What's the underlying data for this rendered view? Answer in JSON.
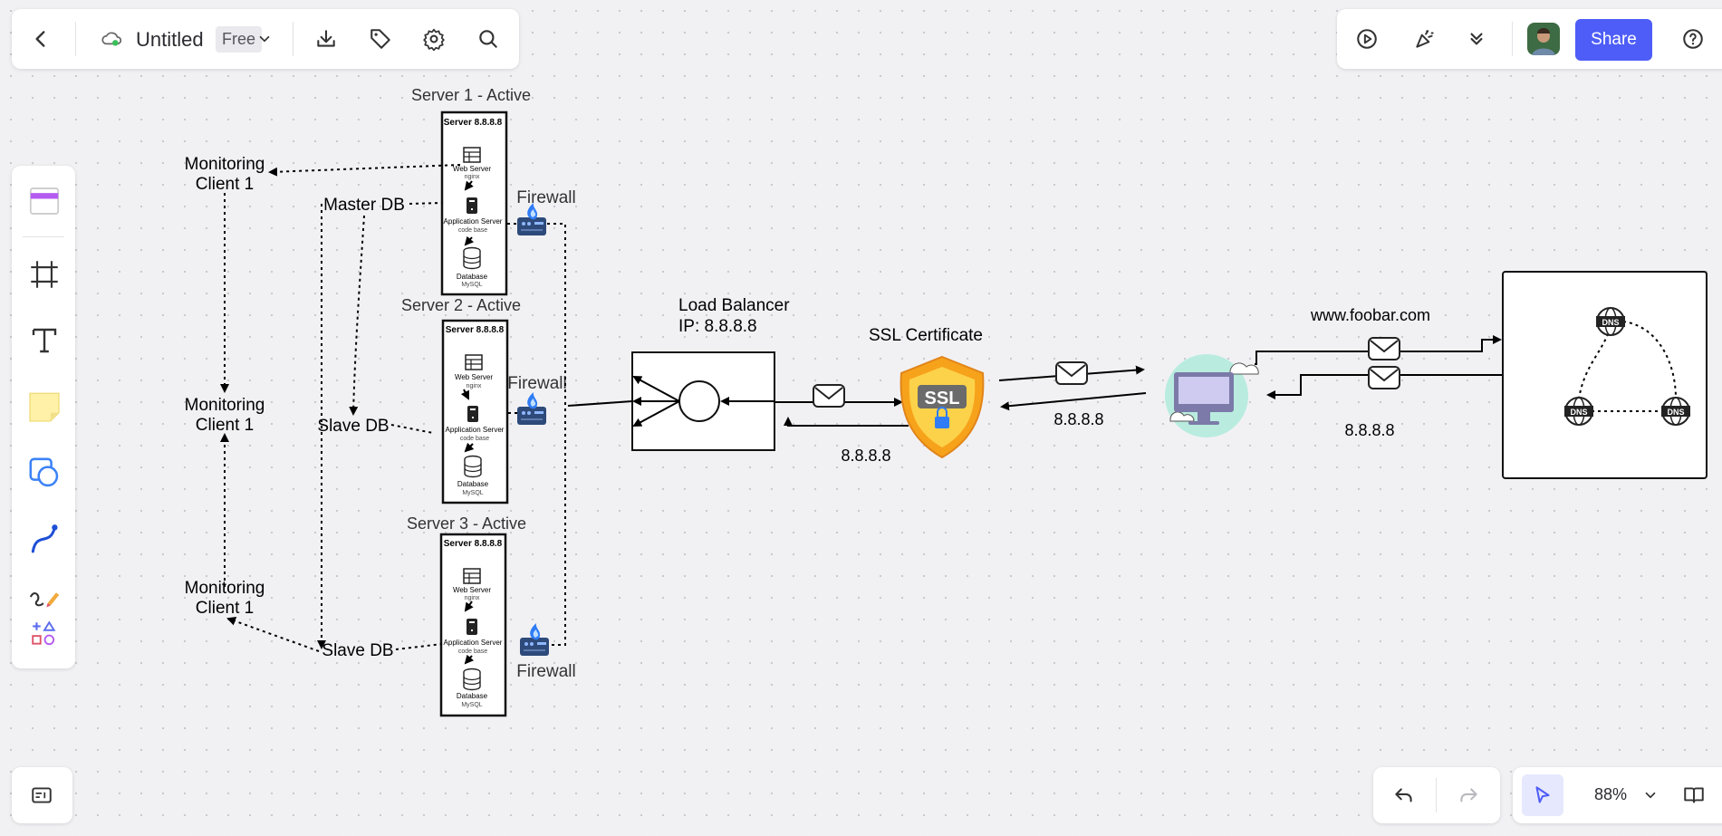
{
  "topbar": {
    "doc_title": "Untitled",
    "plan_badge": "Free"
  },
  "right_toolbar": {
    "share_label": "Share"
  },
  "bottom_bar": {
    "zoom": "88%"
  },
  "diagram": {
    "servers": [
      {
        "title": "Server 1 - Active",
        "box_label": "Server 8.8.8.8",
        "web": "Web Server",
        "web_sub": "nginx",
        "app": "Application Server",
        "app_sub": "code base",
        "db": "Database",
        "db_sub": "MySQL"
      },
      {
        "title": "Server 2 - Active",
        "box_label": "Server 8.8.8.8",
        "web": "Web Server",
        "web_sub": "nginx",
        "app": "Application Server",
        "app_sub": "code base",
        "db": "Database",
        "db_sub": "MySQL"
      },
      {
        "title": "Server 3 - Active",
        "box_label": "Server 8.8.8.8",
        "web": "Web Server",
        "web_sub": "nginx",
        "app": "Application Server",
        "app_sub": "code base",
        "db": "Database",
        "db_sub": "MySQL"
      }
    ],
    "monitoring": [
      "Monitoring\nClient 1",
      "Monitoring\nClient 1",
      "Monitoring\nClient 1"
    ],
    "monitoring_line1": "Monitoring",
    "monitoring_line2": "Client 1",
    "master_db": "Master DB",
    "slave_db_1": "Slave DB",
    "slave_db_2": "Slave DB",
    "firewall_1": "Firewall",
    "firewall_2": "Firewall",
    "firewall_3": "Firewall",
    "lb_title": "Load Balancer",
    "lb_ip": "IP: 8.8.8.8",
    "ssl_title": "SSL Certificate",
    "ssl_text": "SSL",
    "ip_lb_ssl": "8.8.8.8",
    "ip_ssl_client": "8.8.8.8",
    "ip_client_dns": "8.8.8.8",
    "domain": "www.foobar.com",
    "dns_label": "DNS"
  },
  "colors": {
    "accent": "#4e5df7",
    "firewall_flame": "#2f7cf6",
    "shield_orange": "#f7a21b"
  }
}
